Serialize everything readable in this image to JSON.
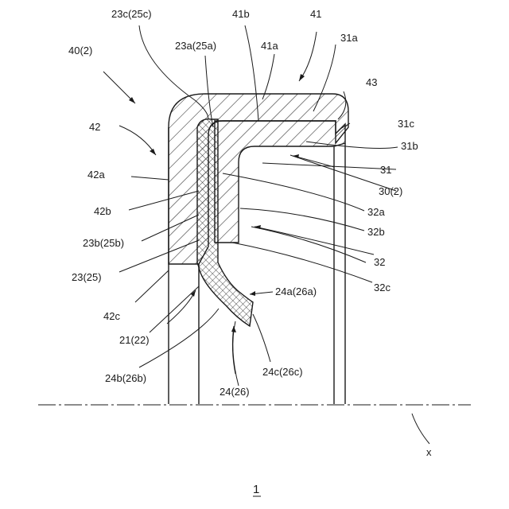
{
  "figure": {
    "number": "1",
    "labels": {
      "l_23c": "23c(25c)",
      "l_41b": "41b",
      "l_41": "41",
      "l_23a": "23a(25a)",
      "l_41a": "41a",
      "l_31a": "31a",
      "l_40": "40(2)",
      "l_43": "43",
      "l_42": "42",
      "l_31c": "31c",
      "l_31b": "31b",
      "l_42a": "42a",
      "l_31": "31",
      "l_30": "30(2)",
      "l_42b": "42b",
      "l_32a": "32a",
      "l_32b": "32b",
      "l_23b": "23b(25b)",
      "l_32": "32",
      "l_23": "23(25)",
      "l_32c": "32c",
      "l_24a": "24a(26a)",
      "l_42c": "42c",
      "l_21": "21(22)",
      "l_24b": "24b(26b)",
      "l_24c": "24c(26c)",
      "l_24": "24(26)",
      "l_x": "x"
    }
  }
}
